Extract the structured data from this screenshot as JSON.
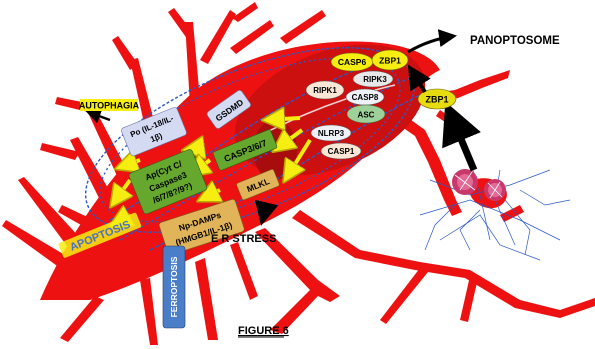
{
  "title": {
    "panoptosome": "PANOPTOSOME",
    "figure": "FIGURE 6"
  },
  "complex": {
    "casp6": "CASP6",
    "zbp1_top": "ZBP1",
    "ripk3": "RIPK3",
    "ripk1": "RIPK1",
    "casp8": "CASP8",
    "asc": "ASC",
    "nlrp3": "NLRP3",
    "casp1": "CASP1",
    "zbp1_free": "ZBP1"
  },
  "pathways": {
    "gsdmd": "GSDMD",
    "autophagia": "AUTOPHAGIA",
    "po_line1": "Po (IL-18/IL-",
    "po_line2": "1β)",
    "casp367": "CASP3/6/7",
    "ap_line1": "Ap(Cyt C/",
    "ap_line2": "Caspase3",
    "ap_line3": "/6/7/8?/9?)",
    "mlkl": "MLKL",
    "np_line1": "Np-DAMPs",
    "np_line2": "(HMGB1/IL-1β)",
    "apoptosis": "APOPTOSIS",
    "er_stress": "E R STRESS",
    "ferroptosis": "FERROPTOSIS"
  },
  "colors": {
    "cell": "#ee1111",
    "nucleus": "#cc1010",
    "net": "#2a58c8",
    "yellow": "#f5ee10",
    "green": "#66a82e",
    "lavender": "#d4daf2",
    "tan": "#e2b45a",
    "steel": "#4a7ec8"
  }
}
